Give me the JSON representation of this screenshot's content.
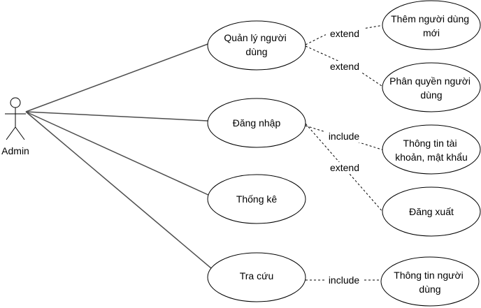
{
  "diagram": {
    "actor": {
      "label": "Admin"
    },
    "use_cases": {
      "quan_ly": [
        "Quản lý người",
        "dùng"
      ],
      "dang_nhap": [
        "Đăng nhập"
      ],
      "thong_ke": [
        "Thống kê"
      ],
      "tra_cuu": [
        "Tra cứu"
      ],
      "them_nguoi_dung": [
        "Thêm người dùng",
        "mới"
      ],
      "phan_quyen": [
        "Phân quyền người",
        "dùng"
      ],
      "thong_tin_tk": [
        "Thông tin tài",
        "khoản, mật khẩu"
      ],
      "dang_xuat": [
        "Đăng xuất"
      ],
      "thong_tin_nd": [
        "Thông tin người",
        "dùng"
      ]
    },
    "relations": {
      "rel_them": "extend",
      "rel_phan_quyen": "extend",
      "rel_thong_tin_tk": "include",
      "rel_dang_xuat": "extend",
      "rel_thong_tin_nd": "include"
    }
  }
}
